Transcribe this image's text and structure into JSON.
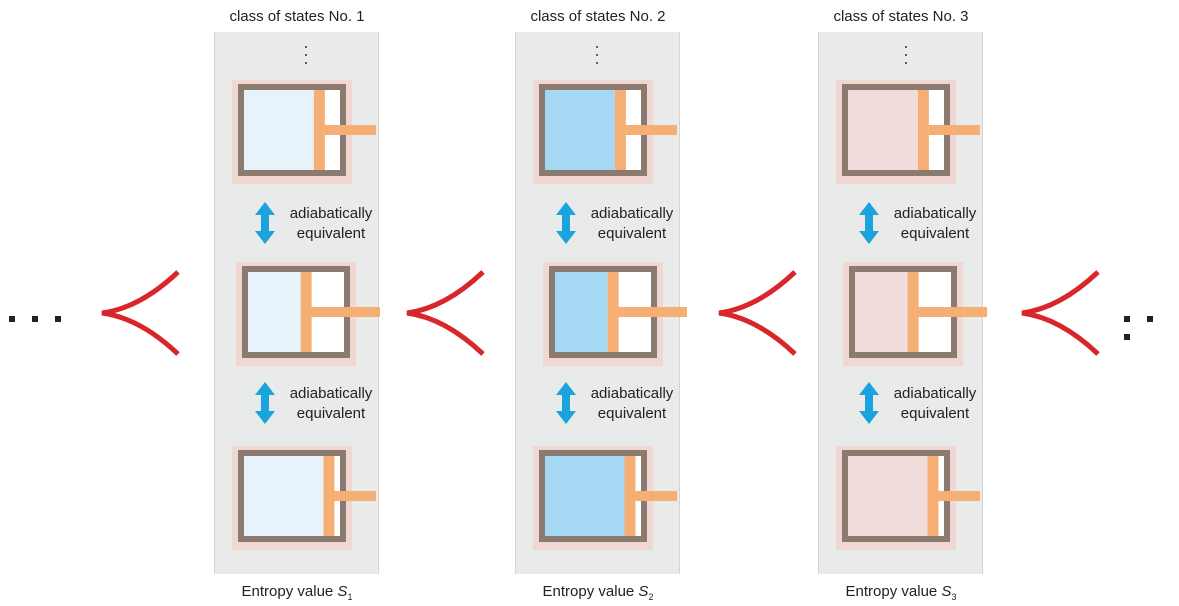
{
  "columns": [
    {
      "title": "class of states No. 1",
      "entropy_prefix": "Entropy value ",
      "entropy_symbol": "S",
      "entropy_index": "1",
      "gas_color": "#e7f3fb",
      "piston_positions": [
        0.78,
        0.6,
        0.88
      ]
    },
    {
      "title": "class of states No. 2",
      "entropy_prefix": "Entropy value ",
      "entropy_symbol": "S",
      "entropy_index": "2",
      "gas_color": "#a5d8f3",
      "piston_positions": [
        0.78,
        0.6,
        0.88
      ]
    },
    {
      "title": "class of states No. 3",
      "entropy_prefix": "Entropy value ",
      "entropy_symbol": "S",
      "entropy_index": "3",
      "gas_color": "#f2dcdb",
      "piston_positions": [
        0.78,
        0.6,
        0.88
      ]
    }
  ],
  "equivalence": {
    "line1": "adiabatically",
    "line2": "equivalent"
  },
  "colors": {
    "column_bg": "#e9eaea",
    "cylinder_wall": "#8a7a70",
    "piston": "#f5ae74",
    "pad": "#f1d7d2",
    "double_arrow": "#1aa3dc",
    "preorder_cusp": "#d9262b"
  },
  "icons": {
    "equivalence": "double-headed-vertical-arrow",
    "order": "cusp-less-than-symbol",
    "continuation": "ellipsis"
  }
}
